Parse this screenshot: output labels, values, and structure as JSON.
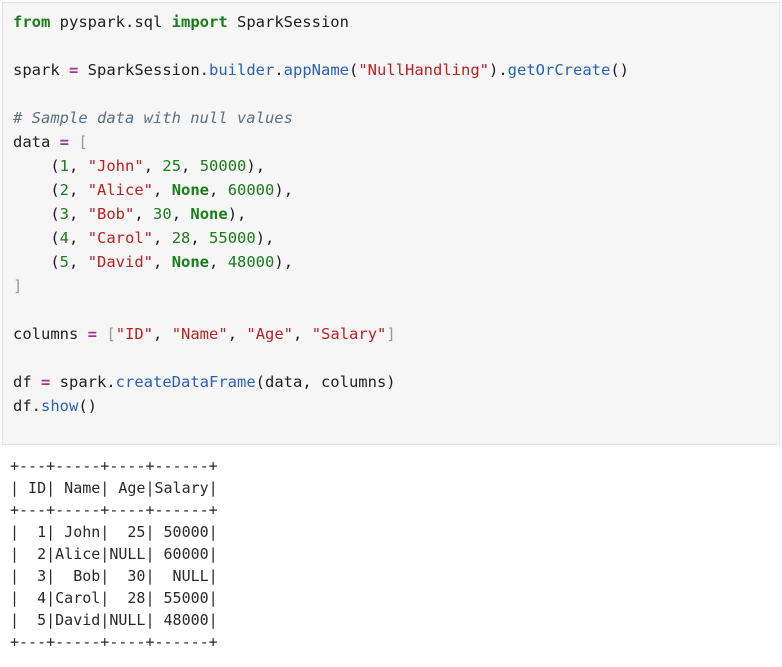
{
  "code": {
    "lines": [
      "from pyspark.sql import SparkSession",
      "",
      "spark = SparkSession.builder.appName(\"NullHandling\").getOrCreate()",
      "",
      "# Sample data with null values",
      "data = [",
      "    (1, \"John\", 25, 50000),",
      "    (2, \"Alice\", None, 60000),",
      "    (3, \"Bob\", 30, None),",
      "    (4, \"Carol\", 28, 55000),",
      "    (5, \"David\", None, 48000),",
      "]",
      "",
      "columns = [\"ID\", \"Name\", \"Age\", \"Salary\"]",
      "",
      "df = spark.createDataFrame(data, columns)",
      "df.show()"
    ]
  },
  "output": {
    "lines": [
      "+---+-----+----+------+",
      "| ID| Name| Age|Salary|",
      "+---+-----+----+------+",
      "|  1| John|  25| 50000|",
      "|  2|Alice|NULL| 60000|",
      "|  3|  Bob|  30|  NULL|",
      "|  4|Carol|  28| 55000|",
      "|  5|David|NULL| 48000|",
      "+---+-----+----+------+"
    ]
  },
  "colors": {
    "keyword": "#1a7d1a",
    "string": "#ba2121",
    "number": "#1a7d1a",
    "function": "#2961b5",
    "operator": "#a0329b",
    "comment": "#5a7080",
    "code_background": "#f6f6f6"
  }
}
